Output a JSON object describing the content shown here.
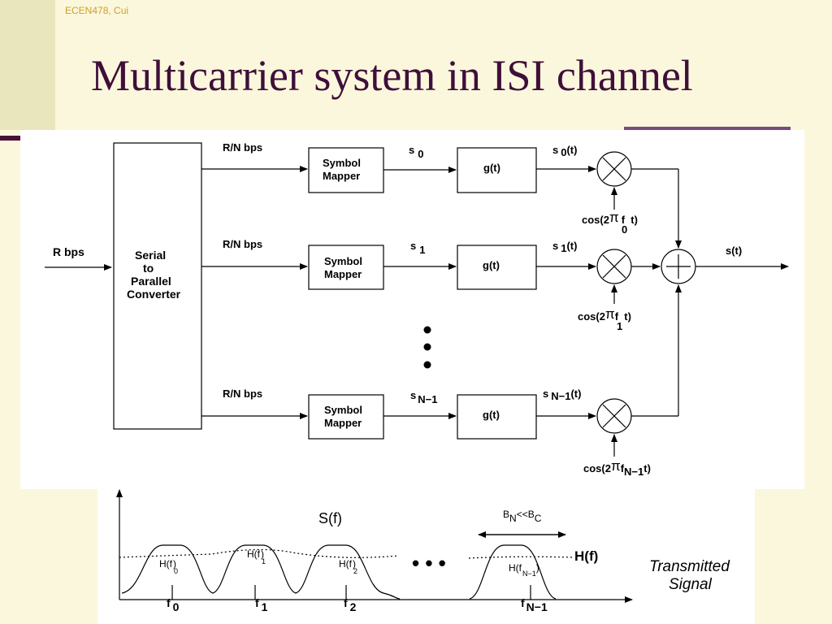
{
  "header": {
    "course_tag": "ECEN478, Cui",
    "title": "Multicarrier system in ISI channel"
  },
  "block_diagram": {
    "input_rate": "R bps",
    "converter": [
      "Serial",
      "to",
      "Parallel",
      "Converter"
    ],
    "branch_rate": "R/N bps",
    "mapper": [
      "Symbol",
      "Mapper"
    ],
    "filter": "g(t)",
    "output": "s(t)",
    "branches": [
      {
        "sym": "s",
        "sym_sub": "0",
        "out": "s",
        "out_sub": "0",
        "out_suffix": "(t)",
        "osc": "cos(2",
        "pi": "π",
        "osc_f": "f",
        "osc_sub": "0",
        "osc_end": "t)"
      },
      {
        "sym": "s",
        "sym_sub": "1",
        "out": "s",
        "out_sub": "1",
        "out_suffix": "(t)",
        "osc": "cos(2",
        "pi": "π",
        "osc_f": "f",
        "osc_sub": "1",
        "osc_end": "t)"
      },
      {
        "sym": "s",
        "sym_sub": "N−1",
        "out": "s",
        "out_sub": "N−1",
        "out_suffix": "(t)",
        "osc": "cos(2",
        "pi": "π",
        "osc_f": "f",
        "osc_sub": "N−1",
        "osc_end": "t)"
      }
    ]
  },
  "spectrum": {
    "Sf": "S(f)",
    "Hf": "H(f)",
    "bandwidth_note": {
      "B": "B",
      "N": "N",
      "lt": "<<",
      "B2": "B",
      "C": "C"
    },
    "transmitted": [
      "Transmitted",
      "Signal"
    ],
    "ellipsis": "• • •",
    "carriers": [
      {
        "label": "f",
        "sub": "0",
        "h": "H(f",
        "hsub": "0",
        "hend": ")"
      },
      {
        "label": "f",
        "sub": "1",
        "h": "H(f",
        "hsub": "1",
        "hend": ")"
      },
      {
        "label": "f",
        "sub": "2",
        "h": "H(f",
        "hsub": "2",
        "hend": ")"
      },
      {
        "label": "f",
        "sub": "N−1",
        "h": "H(f",
        "hsub": "N−1",
        "hend": ")"
      }
    ]
  }
}
